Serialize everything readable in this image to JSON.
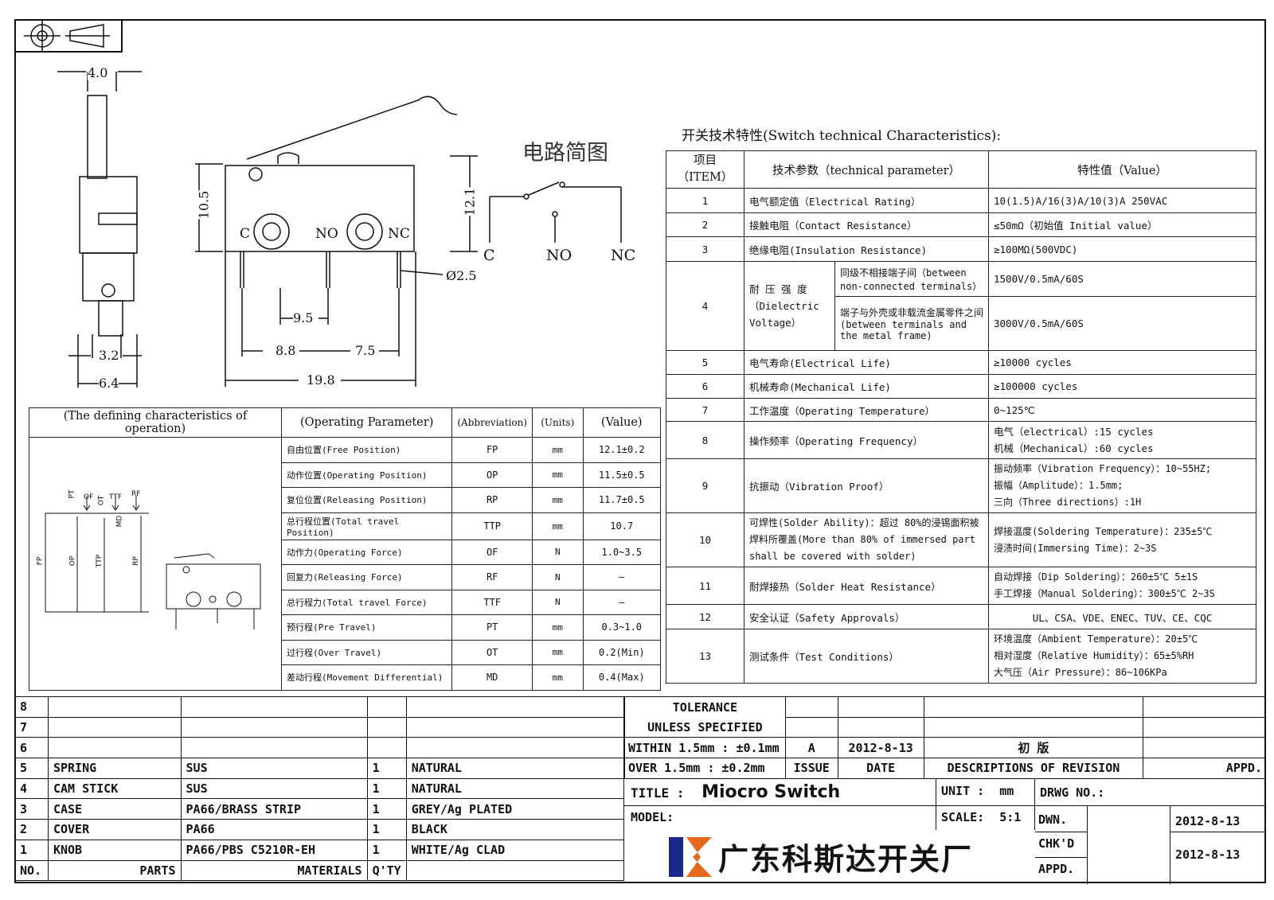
{
  "drawing": {
    "dims": {
      "w4": "4.0",
      "h105": "10.5",
      "h121": "12.1",
      "d25": "Ø2.5",
      "d95": "9.5",
      "d88": "8.8",
      "d75": "7.5",
      "d198": "19.8",
      "d32": "3.2",
      "d64": "6.4"
    },
    "terminals": {
      "c": "C",
      "no": "NO",
      "nc": "NC"
    },
    "circuit": {
      "title": "电路简图",
      "c": "C",
      "no": "NO",
      "nc": "NC"
    }
  },
  "mini_diagram": {
    "labels": {
      "pt": "PT",
      "of": "OF",
      "ot": "OT",
      "ttf": "TTF",
      "rf": "RF",
      "md": "MD",
      "fp": "FP",
      "op": "OP",
      "ttp": "TTP",
      "rp": "RP"
    }
  },
  "characteristics": {
    "title": "开关技术特性(Switch technical Characteristics):",
    "headers": {
      "item": "项目",
      "item_en": "（ITEM）",
      "param": "技术参数（technical parameter）",
      "value": "特性值（Value）"
    },
    "rows": [
      {
        "no": "1",
        "param": "电气额定值（Electrical Rating）",
        "value": "10(1.5)A/16(3)A/10(3)A  250VAC"
      },
      {
        "no": "2",
        "param": "接触电阻（Contact  Resistance）",
        "value": "≤50mΩ（初始值 Initial value）"
      },
      {
        "no": "3",
        "param": "绝缘电阻(Insulation Resistance)",
        "value": "≥100MΩ(500VDC)"
      },
      {
        "no": "4",
        "param": "耐 压 强 度",
        "param2": "（Dielectric Voltage）",
        "sub1": "同级不相接端子间（between non-connected terminals）",
        "value1": "1500V/0.5mA/60S",
        "sub2": "端子与外壳或非载流金属零件之间(between terminals and the metal frame)",
        "value2": "3000V/0.5mA/60S"
      },
      {
        "no": "5",
        "param": "电气寿命(Electrical Life)",
        "value": "≥10000 cycles"
      },
      {
        "no": "6",
        "param": "机械寿命(Mechanical Life)",
        "value": "≥100000 cycles"
      },
      {
        "no": "7",
        "param": "工作温度（Operating Temperature）",
        "value": "0~125℃"
      },
      {
        "no": "8",
        "param": "操作频率（Operating Frequency）",
        "value": "电气（electrical）:15 cycles",
        "value_b": "机械（Mechanical）:60 cycles"
      },
      {
        "no": "9",
        "param": "抗振动（Vibration Proof）",
        "value": "振动频率（Vibration Frequency）：10~55HZ;",
        "value_b": "振幅（Amplitude）：1.5mm;",
        "value_c": "三向（Three directions）:1H"
      },
      {
        "no": "10",
        "param": "可焊性(Solder Ability)：超过 80%的浸锡面积被焊料所覆盖(More than 80% of immersed part shall be covered with solder)",
        "value": "焊接温度(Soldering Temperature)：235±5℃",
        "value_b": "浸渍时间(Immersing Time)：2~3S"
      },
      {
        "no": "11",
        "param": "耐焊接热（Solder Heat Resistance）",
        "value": "自动焊接（Dip Soldering）：260±5℃ 5±1S",
        "value_b": "手工焊接（Manual Soldering）：300±5℃ 2~3S"
      },
      {
        "no": "12",
        "param": "安全认证（Safety Approvals）",
        "value": "UL、CSA、VDE、ENEC、TUV、CE、CQC"
      },
      {
        "no": "13",
        "param": "测试条件（Test Conditions）",
        "value": "环境温度（Ambient Temperature）：20±5℃",
        "value_b": "相对湿度（Relative Humidity）：65±5%RH",
        "value_c": "大气压（Air Pressure）：86~106KPa"
      }
    ]
  },
  "operation": {
    "headers": {
      "def": "(The defining characteristics of operation)",
      "param": "(Operating Parameter)",
      "abbr": "(Abbreviation)",
      "units": "(Units)",
      "value": "(Value)"
    },
    "rows": [
      {
        "param": "自由位置(Free Position)",
        "abbr": "FP",
        "unit": "mm",
        "value": "12.1±0.2"
      },
      {
        "param": "动作位置(Operating Position)",
        "abbr": "OP",
        "unit": "mm",
        "value": "11.5±0.5"
      },
      {
        "param": "复位位置(Releasing Position)",
        "abbr": "RP",
        "unit": "mm",
        "value": "11.7±0.5"
      },
      {
        "param": "总行程位置(Total travel Position)",
        "abbr": "TTP",
        "unit": "mm",
        "value": "10.7"
      },
      {
        "param": "动作力(Operating Force)",
        "abbr": "OF",
        "unit": "N",
        "value": "1.0~3.5"
      },
      {
        "param": "回复力(Releasing Force)",
        "abbr": "RF",
        "unit": "N",
        "value": "—"
      },
      {
        "param": "总行程力(Total travel Force)",
        "abbr": "TTF",
        "unit": "N",
        "value": "—"
      },
      {
        "param": "预行程(Pre Travel)",
        "abbr": "PT",
        "unit": "mm",
        "value": "0.3~1.0"
      },
      {
        "param": "过行程(Over Travel)",
        "abbr": "OT",
        "unit": "mm",
        "value": "0.2(Min)"
      },
      {
        "param": "差动行程(Movement Differential)",
        "abbr": "MD",
        "unit": "mm",
        "value": "0.4(Max)"
      }
    ]
  },
  "bom": {
    "rows": [
      {
        "no": "8",
        "part": "",
        "material": "",
        "qty": "",
        "finish": ""
      },
      {
        "no": "7",
        "part": "",
        "material": "",
        "qty": "",
        "finish": ""
      },
      {
        "no": "6",
        "part": "",
        "material": "",
        "qty": "",
        "finish": ""
      },
      {
        "no": "5",
        "part": "SPRING",
        "material": "SUS",
        "qty": "1",
        "finish": "NATURAL"
      },
      {
        "no": "4",
        "part": "CAM STICK",
        "material": "SUS",
        "qty": "1",
        "finish": "NATURAL"
      },
      {
        "no": "3",
        "part": "CASE",
        "material": "PA66/BRASS STRIP",
        "qty": "1",
        "finish": "GREY/Ag PLATED"
      },
      {
        "no": "2",
        "part": "COVER",
        "material": "PA66",
        "qty": "1",
        "finish": "BLACK"
      },
      {
        "no": "1",
        "part": "KNOB",
        "material": "PA66/PBS C5210R-EH",
        "qty": "1",
        "finish": "WHITE/Ag CLAD"
      }
    ],
    "footer": {
      "no": "NO.",
      "parts": "PARTS",
      "materials": "MATERIALS",
      "qty": "Q'TY"
    }
  },
  "title_block": {
    "tol1": "TOLERANCE",
    "tol2": "UNLESS  SPECIFIED",
    "tol3": "WITHIN 1.5mm : ±0.1mm",
    "tol4": "OVER 1.5mm : ±0.2mm",
    "rev_letter": "A",
    "rev_date": "2012-8-13",
    "rev_desc": "初  版",
    "issue": "ISSUE",
    "date": "DATE",
    "desc_rev": "DESCRIPTIONS OF REVISION",
    "appd": "APPD.",
    "title_label": "TITLE :",
    "title_value": "Miocro Switch",
    "unit_label": "UNIT :",
    "unit_value": "mm",
    "drwg_no": "DRWG NO.:",
    "model": "MODEL:",
    "scale_label": "SCALE:",
    "scale_value": "5:1",
    "dwn": "DWN.",
    "dwn_date": "2012-8-13",
    "chkd": "CHK'D",
    "chkd_date": "2012-8-13",
    "appd2": "APPD.",
    "company": "广东科斯达开关厂"
  }
}
